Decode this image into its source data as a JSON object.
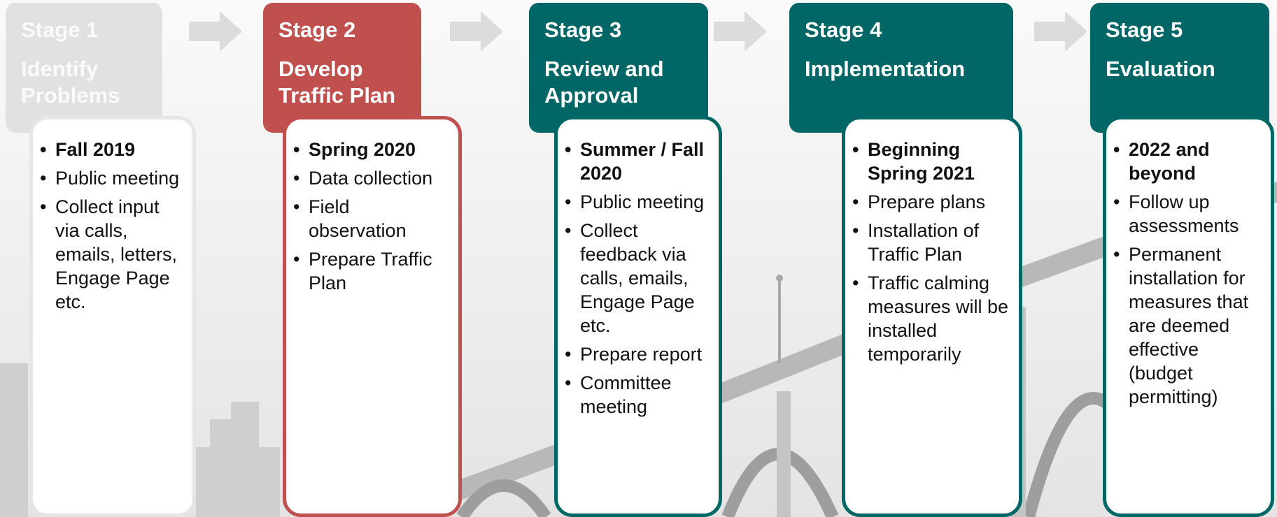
{
  "stages": [
    {
      "number": "Stage 1",
      "title": "Identify Problems",
      "items": [
        {
          "text": "Fall 2019",
          "bold": true
        },
        {
          "text": "Public meeting",
          "bold": false
        },
        {
          "text": "Collect input via calls, emails, letters, Engage Page etc.",
          "bold": false
        }
      ]
    },
    {
      "number": "Stage 2",
      "title": "Develop Traffic Plan",
      "items": [
        {
          "text": "Spring 2020",
          "bold": true
        },
        {
          "text": "Data collection",
          "bold": false
        },
        {
          "text": "Field observation",
          "bold": false
        },
        {
          "text": "Prepare Traffic Plan",
          "bold": false
        }
      ]
    },
    {
      "number": "Stage 3",
      "title": "Review and Approval",
      "items": [
        {
          "text": "Summer / Fall 2020",
          "bold": true
        },
        {
          "text": "Public meeting",
          "bold": false
        },
        {
          "text": "Collect feedback via calls, emails, Engage Page etc.",
          "bold": false
        },
        {
          "text": "Prepare report",
          "bold": false
        },
        {
          "text": "Committee meeting",
          "bold": false
        }
      ]
    },
    {
      "number": "Stage 4",
      "title": "Implementation",
      "items": [
        {
          "text": "Beginning Spring 2021",
          "bold": true
        },
        {
          "text": "Prepare plans",
          "bold": false
        },
        {
          "text": "Installation of Traffic Plan",
          "bold": false
        },
        {
          "text": "Traffic calming measures will be installed temporarily",
          "bold": false
        }
      ]
    },
    {
      "number": "Stage 5",
      "title": "Evaluation",
      "items": [
        {
          "text": "2022 and beyond",
          "bold": true
        },
        {
          "text": "Follow up assessments",
          "bold": false
        },
        {
          "text": "Permanent installation for measures that are deemed effective (budget permitting)",
          "bold": false
        }
      ]
    }
  ],
  "colors": {
    "completed_stage": "#e1e1e1",
    "current_stage": "#c0504d",
    "upcoming_stage": "#006666",
    "arrow": "#dcdcdc"
  }
}
